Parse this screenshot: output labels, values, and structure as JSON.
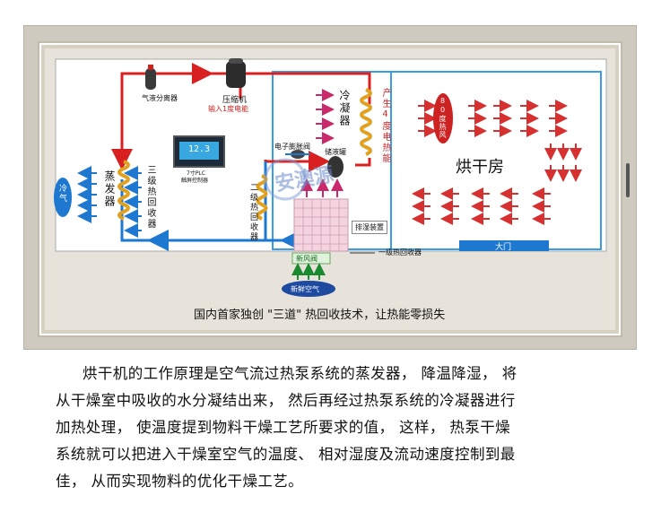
{
  "diagram": {
    "labels": {
      "gas_liquid_separator": "气液分离器",
      "compressor": "压缩机",
      "power_in": "输入1度电能",
      "controller_line1": "7寸PLC",
      "controller_line2": "触屏控制器",
      "evaporator": "蒸发器",
      "cold_air": "冷气",
      "third_heat_recovery": "三级热回收器",
      "second_heat_recovery": "二级热回收器",
      "condenser": "冷凝器",
      "heat_output": "产生4度电热能",
      "hot_air": "80度热风",
      "drying_room": "烘干房",
      "expansion_valve": "电子膨胀阀",
      "receiver": "储液罐",
      "drain_device": "排湿装置",
      "first_heat_recovery": "一级热回收器",
      "fresh_air_valve": "新风阀",
      "fresh_air": "新鲜空气",
      "gate": "大门",
      "watermark": "安澳源",
      "caption": "国内首家独创 \"三道\" 热回收技术，让热能零损失",
      "controller_screen": "12.3"
    },
    "colors": {
      "pipe_red": "#d82020",
      "pipe_blue": "#1e78d0",
      "room_border": "#3a9ee6",
      "arrow_pink": "#c82a6b",
      "arrow_red": "#d63030",
      "label_red": "#cc2222",
      "coil_orange": "#e0a020"
    }
  },
  "description": {
    "lines": [
      "烘干机的工作原理是空气流过热泵系统的蒸发器， 降温降湿， 将",
      "从干燥室中吸收的水分凝结出来， 然后再经过热泵系统的冷凝器进行",
      "加热处理， 使温度提到物料干燥工艺所要求的值， 这样， 热泵干燥",
      "系统就可以把进入干燥室空气的温度、 相对湿度及流动速度控制到最",
      "佳， 从而实现物料的优化干燥工艺。"
    ]
  }
}
